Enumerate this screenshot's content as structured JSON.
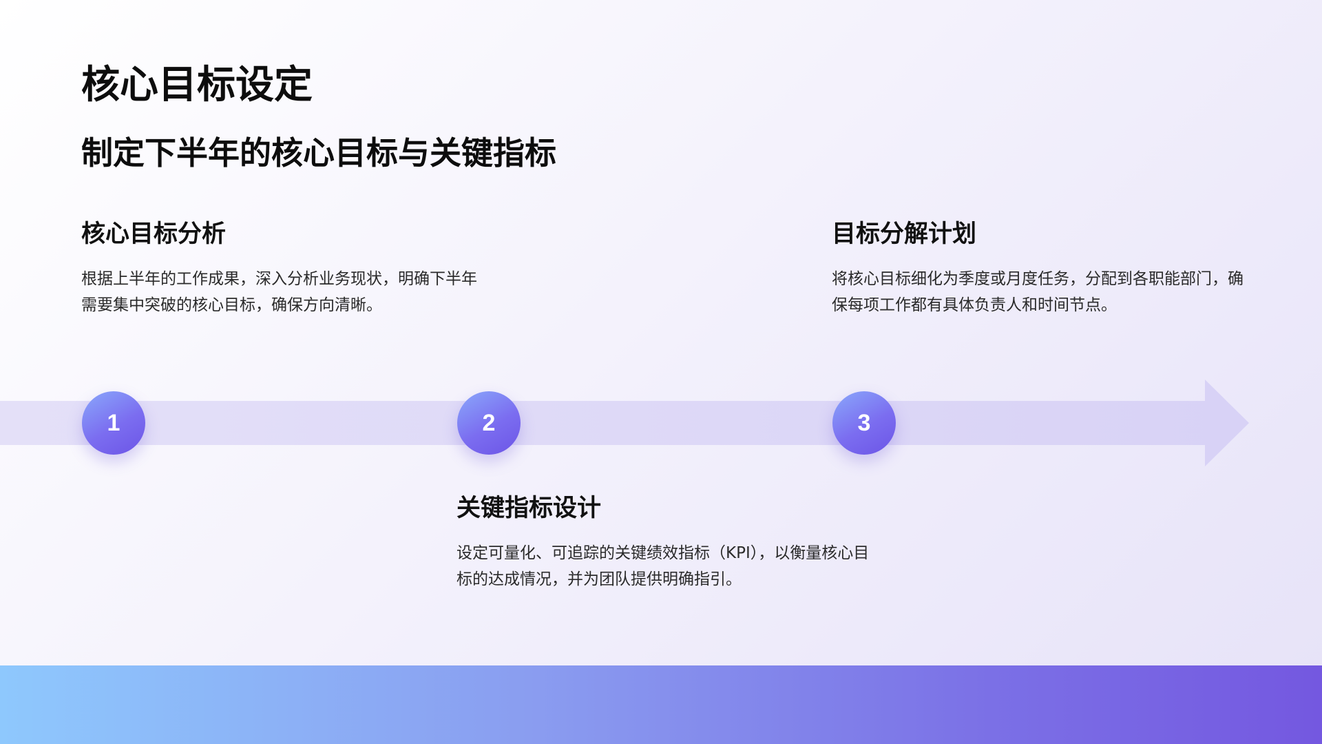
{
  "title": "核心目标设定",
  "subtitle": "制定下半年的核心目标与关键指标",
  "steps": [
    {
      "number": "1",
      "heading": "核心目标分析",
      "description": "根据上半年的工作成果，深入分析业务现状，明确下半年需要集中突破的核心目标，确保方向清晰。"
    },
    {
      "number": "2",
      "heading": "关键指标设计",
      "description": "设定可量化、可追踪的关键绩效指标（KPI），以衡量核心目标的达成情况，并为团队提供明确指引。"
    },
    {
      "number": "3",
      "heading": "目标分解计划",
      "description": "将核心目标细化为季度或月度任务，分配到各职能部门，确保每项工作都有具体负责人和时间节点。"
    }
  ],
  "colors": {
    "arrow": "#dcd7f7",
    "circle_start": "#8aa8fb",
    "circle_end": "#6c55e6",
    "band_start": "#8ec8fd",
    "band_end": "#7458e0"
  }
}
